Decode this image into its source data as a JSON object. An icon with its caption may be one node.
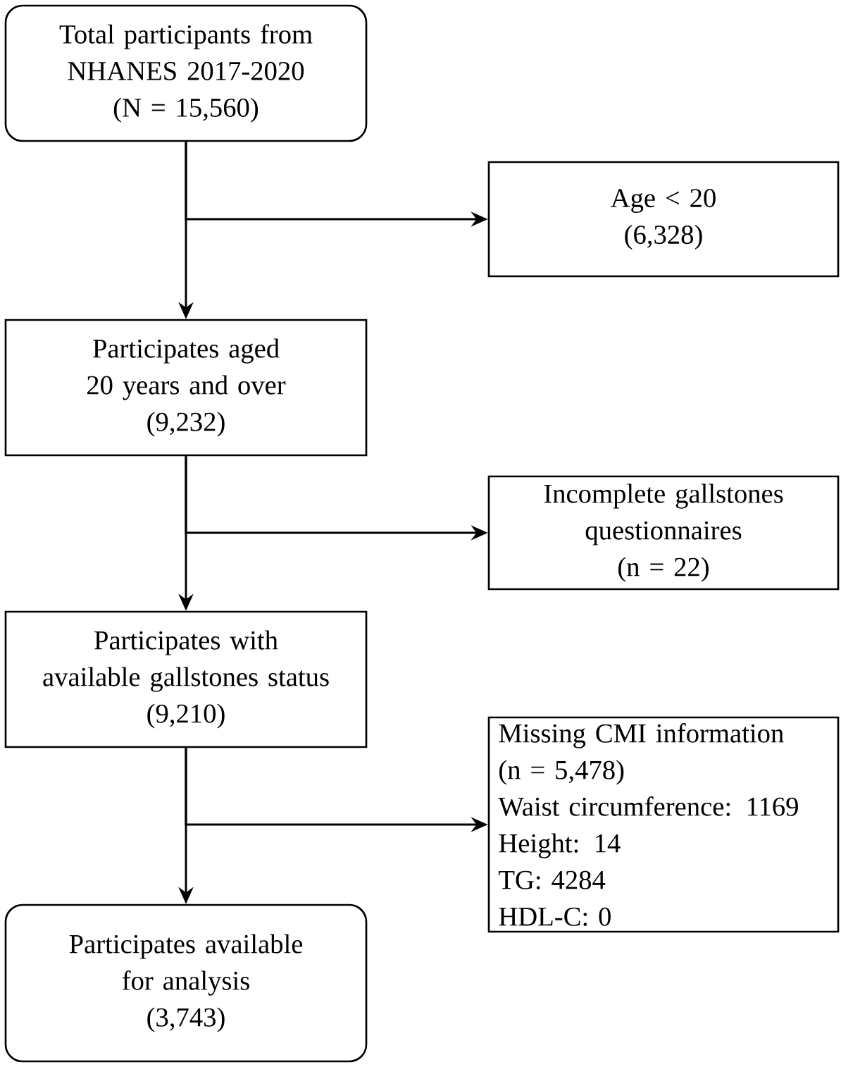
{
  "diagram": {
    "nodes": [
      {
        "text": [
          "Total participants from NHANES 2017-2020",
          "(N = 15,560)"
        ]
      },
      {
        "text": [
          "Age < 20",
          "(6,328)"
        ]
      },
      {
        "text": [
          "Participates aged 20 years and over",
          "(9,232)"
        ]
      },
      {
        "text": [
          "Incomplete gallstones questionnaires",
          "(n = 22)"
        ]
      },
      {
        "text": [
          "Participates with available gallstones status",
          "(9,210)"
        ]
      },
      {
        "text": [
          "Missing CMI information",
          "(n = 5,478)",
          "Waist circumference: 1169",
          "Height: 14",
          "TG: 4284",
          "HDL-C: 0"
        ]
      },
      {
        "text": [
          "Participates available for analysis",
          "(3,743)"
        ]
      }
    ],
    "edges": [
      {
        "from": 0,
        "to": 2,
        "arrow": "to"
      },
      {
        "from": 0,
        "to": 1,
        "arrow": "to"
      },
      {
        "from": 2,
        "to": 4,
        "arrow": "to"
      },
      {
        "from": 2,
        "to": 3,
        "arrow": "to"
      },
      {
        "from": 4,
        "to": 6,
        "arrow": "to"
      },
      {
        "from": 4,
        "to": 5,
        "arrow": "to"
      }
    ]
  }
}
